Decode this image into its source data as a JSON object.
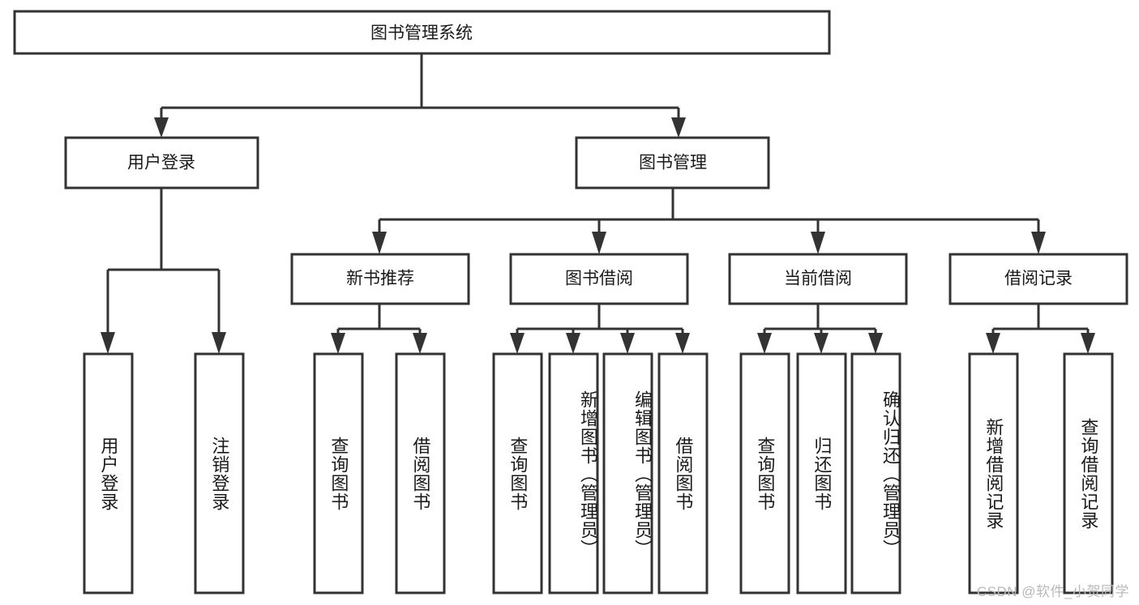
{
  "diagram": {
    "title": "图书管理系统",
    "type": "tree-hierarchy-diagram",
    "colors": {
      "stroke": "#333333",
      "fill": "#ffffff",
      "text": "#1a1a1a",
      "watermark": "#b9b9b9"
    },
    "root": {
      "label": "图书管理系统"
    },
    "level2": [
      {
        "label": "用户登录"
      },
      {
        "label": "图书管理"
      }
    ],
    "level3": [
      {
        "label": "新书推荐"
      },
      {
        "label": "图书借阅"
      },
      {
        "label": "当前借阅"
      },
      {
        "label": "借阅记录"
      }
    ],
    "leaves": {
      "user_login": [
        {
          "label": "用户登录"
        },
        {
          "label": "注销登录"
        }
      ],
      "new_book_recommend": [
        {
          "label": "查询图书"
        },
        {
          "label": "借阅图书"
        }
      ],
      "book_borrow": [
        {
          "label": "查询图书"
        },
        {
          "label": "新增图书（管理员）"
        },
        {
          "label": "编辑图书（管理员）"
        },
        {
          "label": "借阅图书"
        }
      ],
      "current_borrow": [
        {
          "label": "查询图书"
        },
        {
          "label": "归还图书"
        },
        {
          "label": "确认归还（管理员）"
        }
      ],
      "borrow_record": [
        {
          "label": "新增借阅记录"
        },
        {
          "label": "查询借阅记录"
        }
      ]
    }
  },
  "watermark": {
    "text": "CSDN @软件_小贺同学"
  }
}
